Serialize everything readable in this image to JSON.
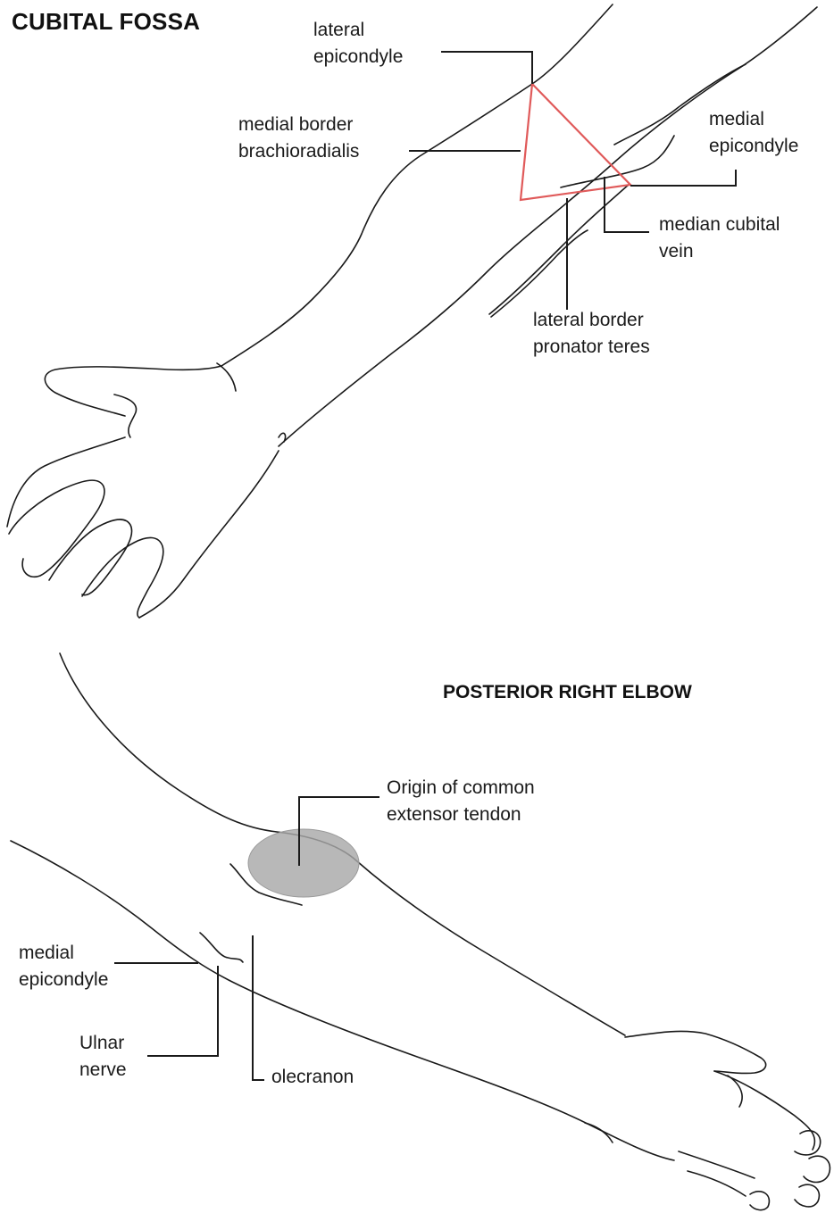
{
  "panels": {
    "cubital_fossa": {
      "title": "CUBITAL FOSSA",
      "labels": {
        "lateral_epicondyle": [
          "lateral",
          "epicondyle"
        ],
        "medial_border_brachioradialis": [
          "medial border",
          "brachioradialis"
        ],
        "medial_epicondyle": [
          "medial",
          "epicondyle"
        ],
        "median_cubital_vein": [
          "median cubital",
          "vein"
        ],
        "lateral_border_pronator_teres": [
          "lateral border",
          "pronator teres"
        ]
      }
    },
    "posterior_right_elbow": {
      "title": "POSTERIOR RIGHT ELBOW",
      "labels": {
        "origin_common_extensor_tendon": [
          "Origin of common",
          "extensor tendon"
        ],
        "medial_epicondyle": [
          "medial",
          "epicondyle"
        ],
        "ulnar_nerve": [
          "Ulnar",
          "nerve"
        ],
        "olecranon": [
          "olecranon"
        ]
      }
    }
  },
  "colors": {
    "outline": "#1a1a1a",
    "triangle": "#e05a5a",
    "tendon_origin_fill": "#a8a8a8"
  }
}
